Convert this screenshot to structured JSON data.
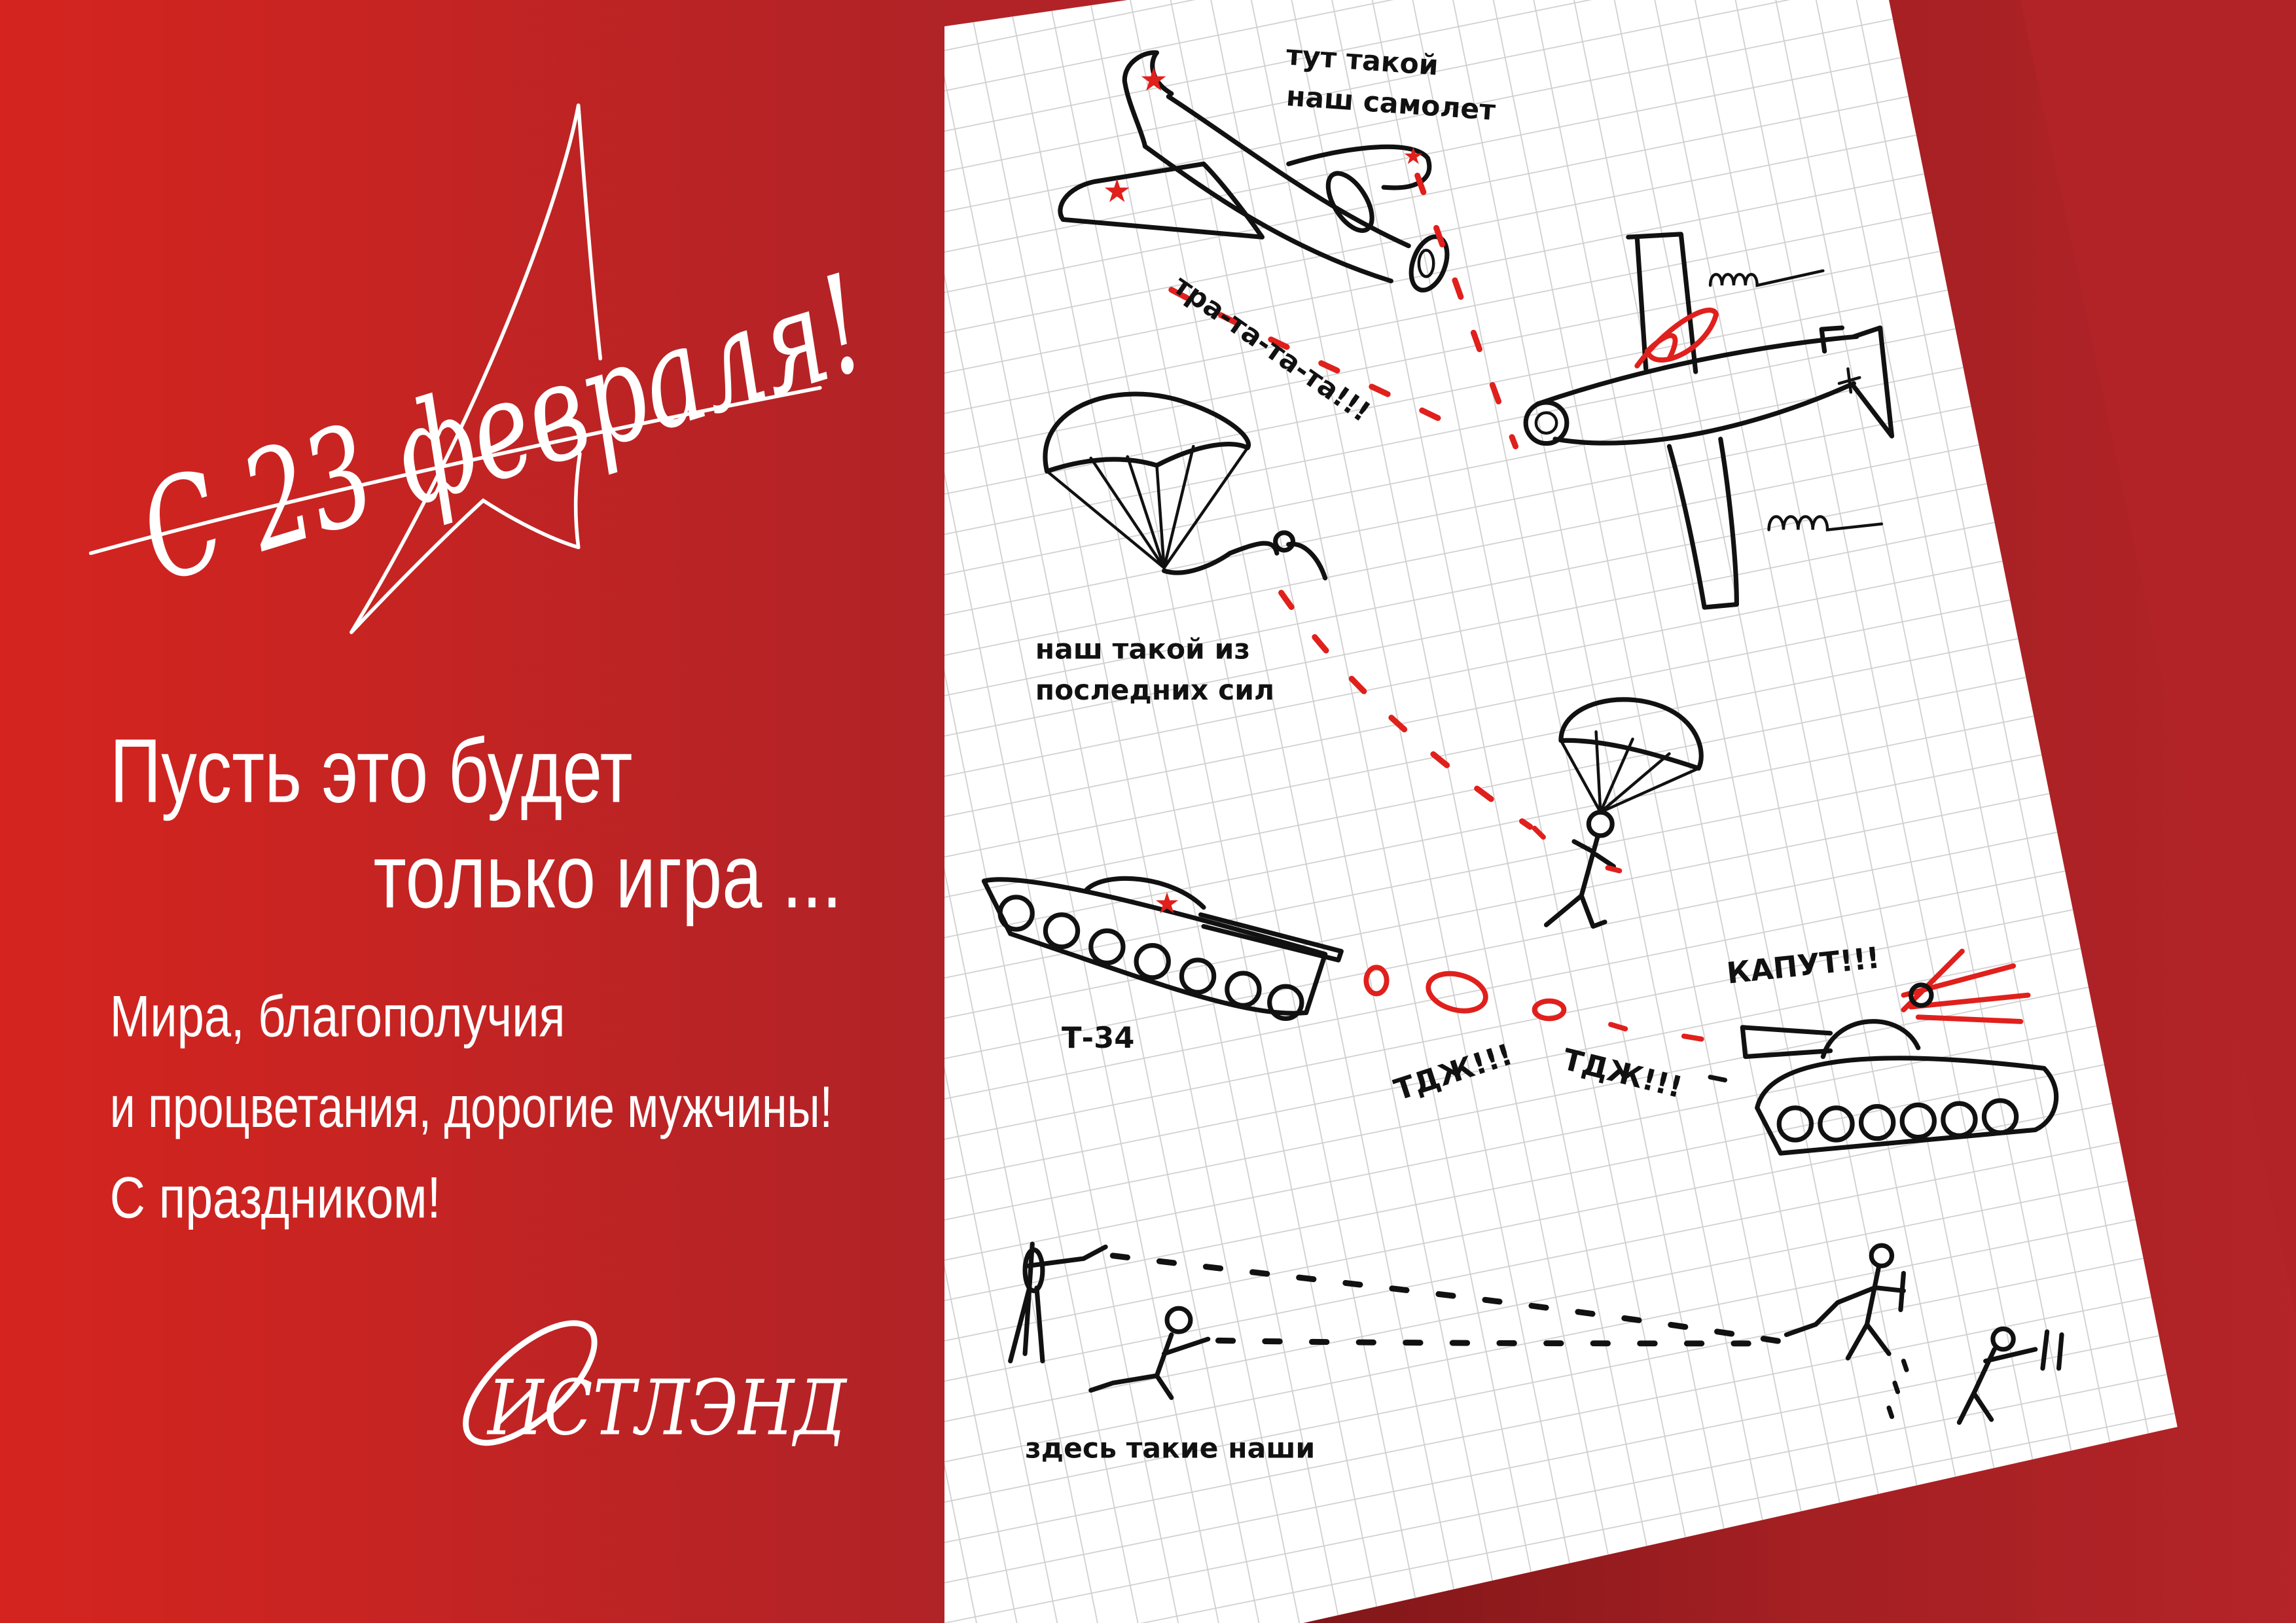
{
  "greeting": {
    "title": "С 23 февраля!",
    "headline_line1": "Пусть это будет",
    "headline_line2": "только игра ...",
    "wish_line1": "Мира, благополучия",
    "wish_line2": "и процветания, дорогие мужчины!",
    "wish_line3": "С праздником!"
  },
  "logo": {
    "text": "ИСТЛЭНД"
  },
  "sketch_labels": {
    "our_plane_1": "тут такой",
    "our_plane_2": "наш самолет",
    "gunfire": "тра-та-та-та!!!",
    "paratrooper_1": "наш такой из",
    "paratrooper_2": "последних сил",
    "tank_name": "Т-34",
    "shot_1": "ТДЖ!!!",
    "shot_2": "ТДЖ!!!",
    "kaput": "КАПУТ!!!",
    "soldiers": "здесь такие наши"
  },
  "colors": {
    "background_red_light": "#d4241f",
    "background_red_dark": "#b02327",
    "paper": "#ffffff",
    "grid": "#cfcfcf",
    "ink": "#111111",
    "ink_red": "#e0201c"
  }
}
